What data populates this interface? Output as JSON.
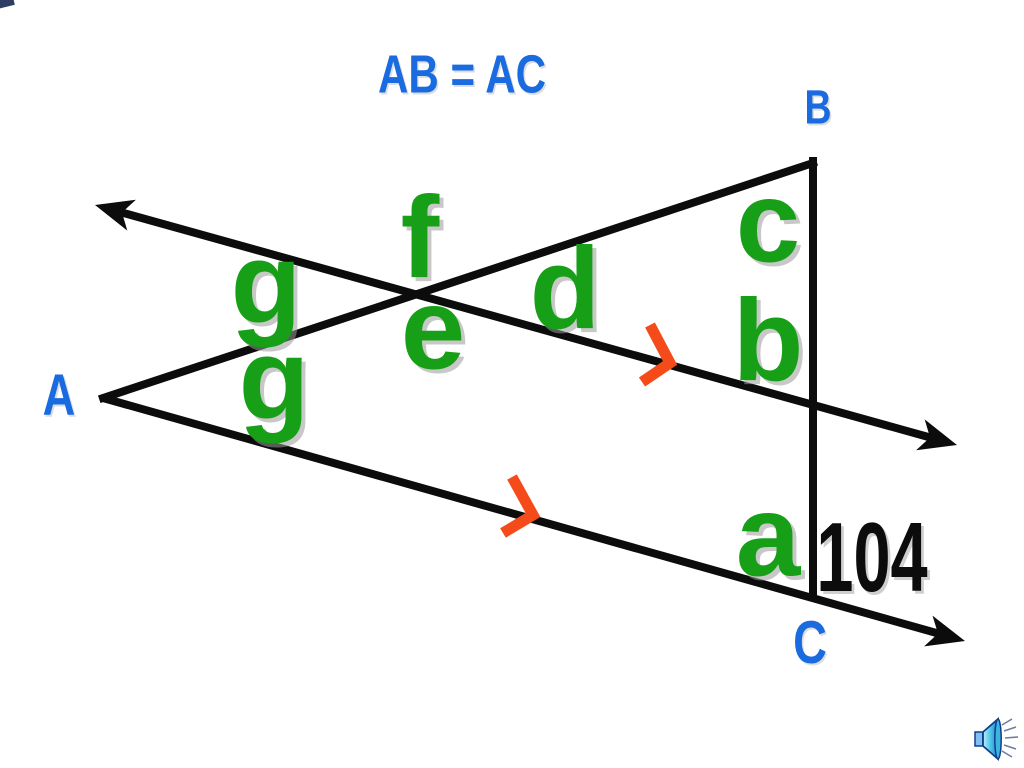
{
  "title": "AB = AC",
  "vertices": {
    "a": "A",
    "b": "B",
    "c": "C"
  },
  "angles": {
    "f": "f",
    "g_upper": "g",
    "e": "e",
    "d": "d",
    "g_at_vertex_a": "g",
    "c": "c",
    "b": "b",
    "a": "a"
  },
  "exterior_angle": "104",
  "colors": {
    "label_blue": "#1a6ae0",
    "angle_green": "#17a017",
    "tick_orange": "#f54a1a",
    "line_black": "#0c0c0c"
  },
  "icons": {
    "speaker": "speaker-audio-icon"
  }
}
